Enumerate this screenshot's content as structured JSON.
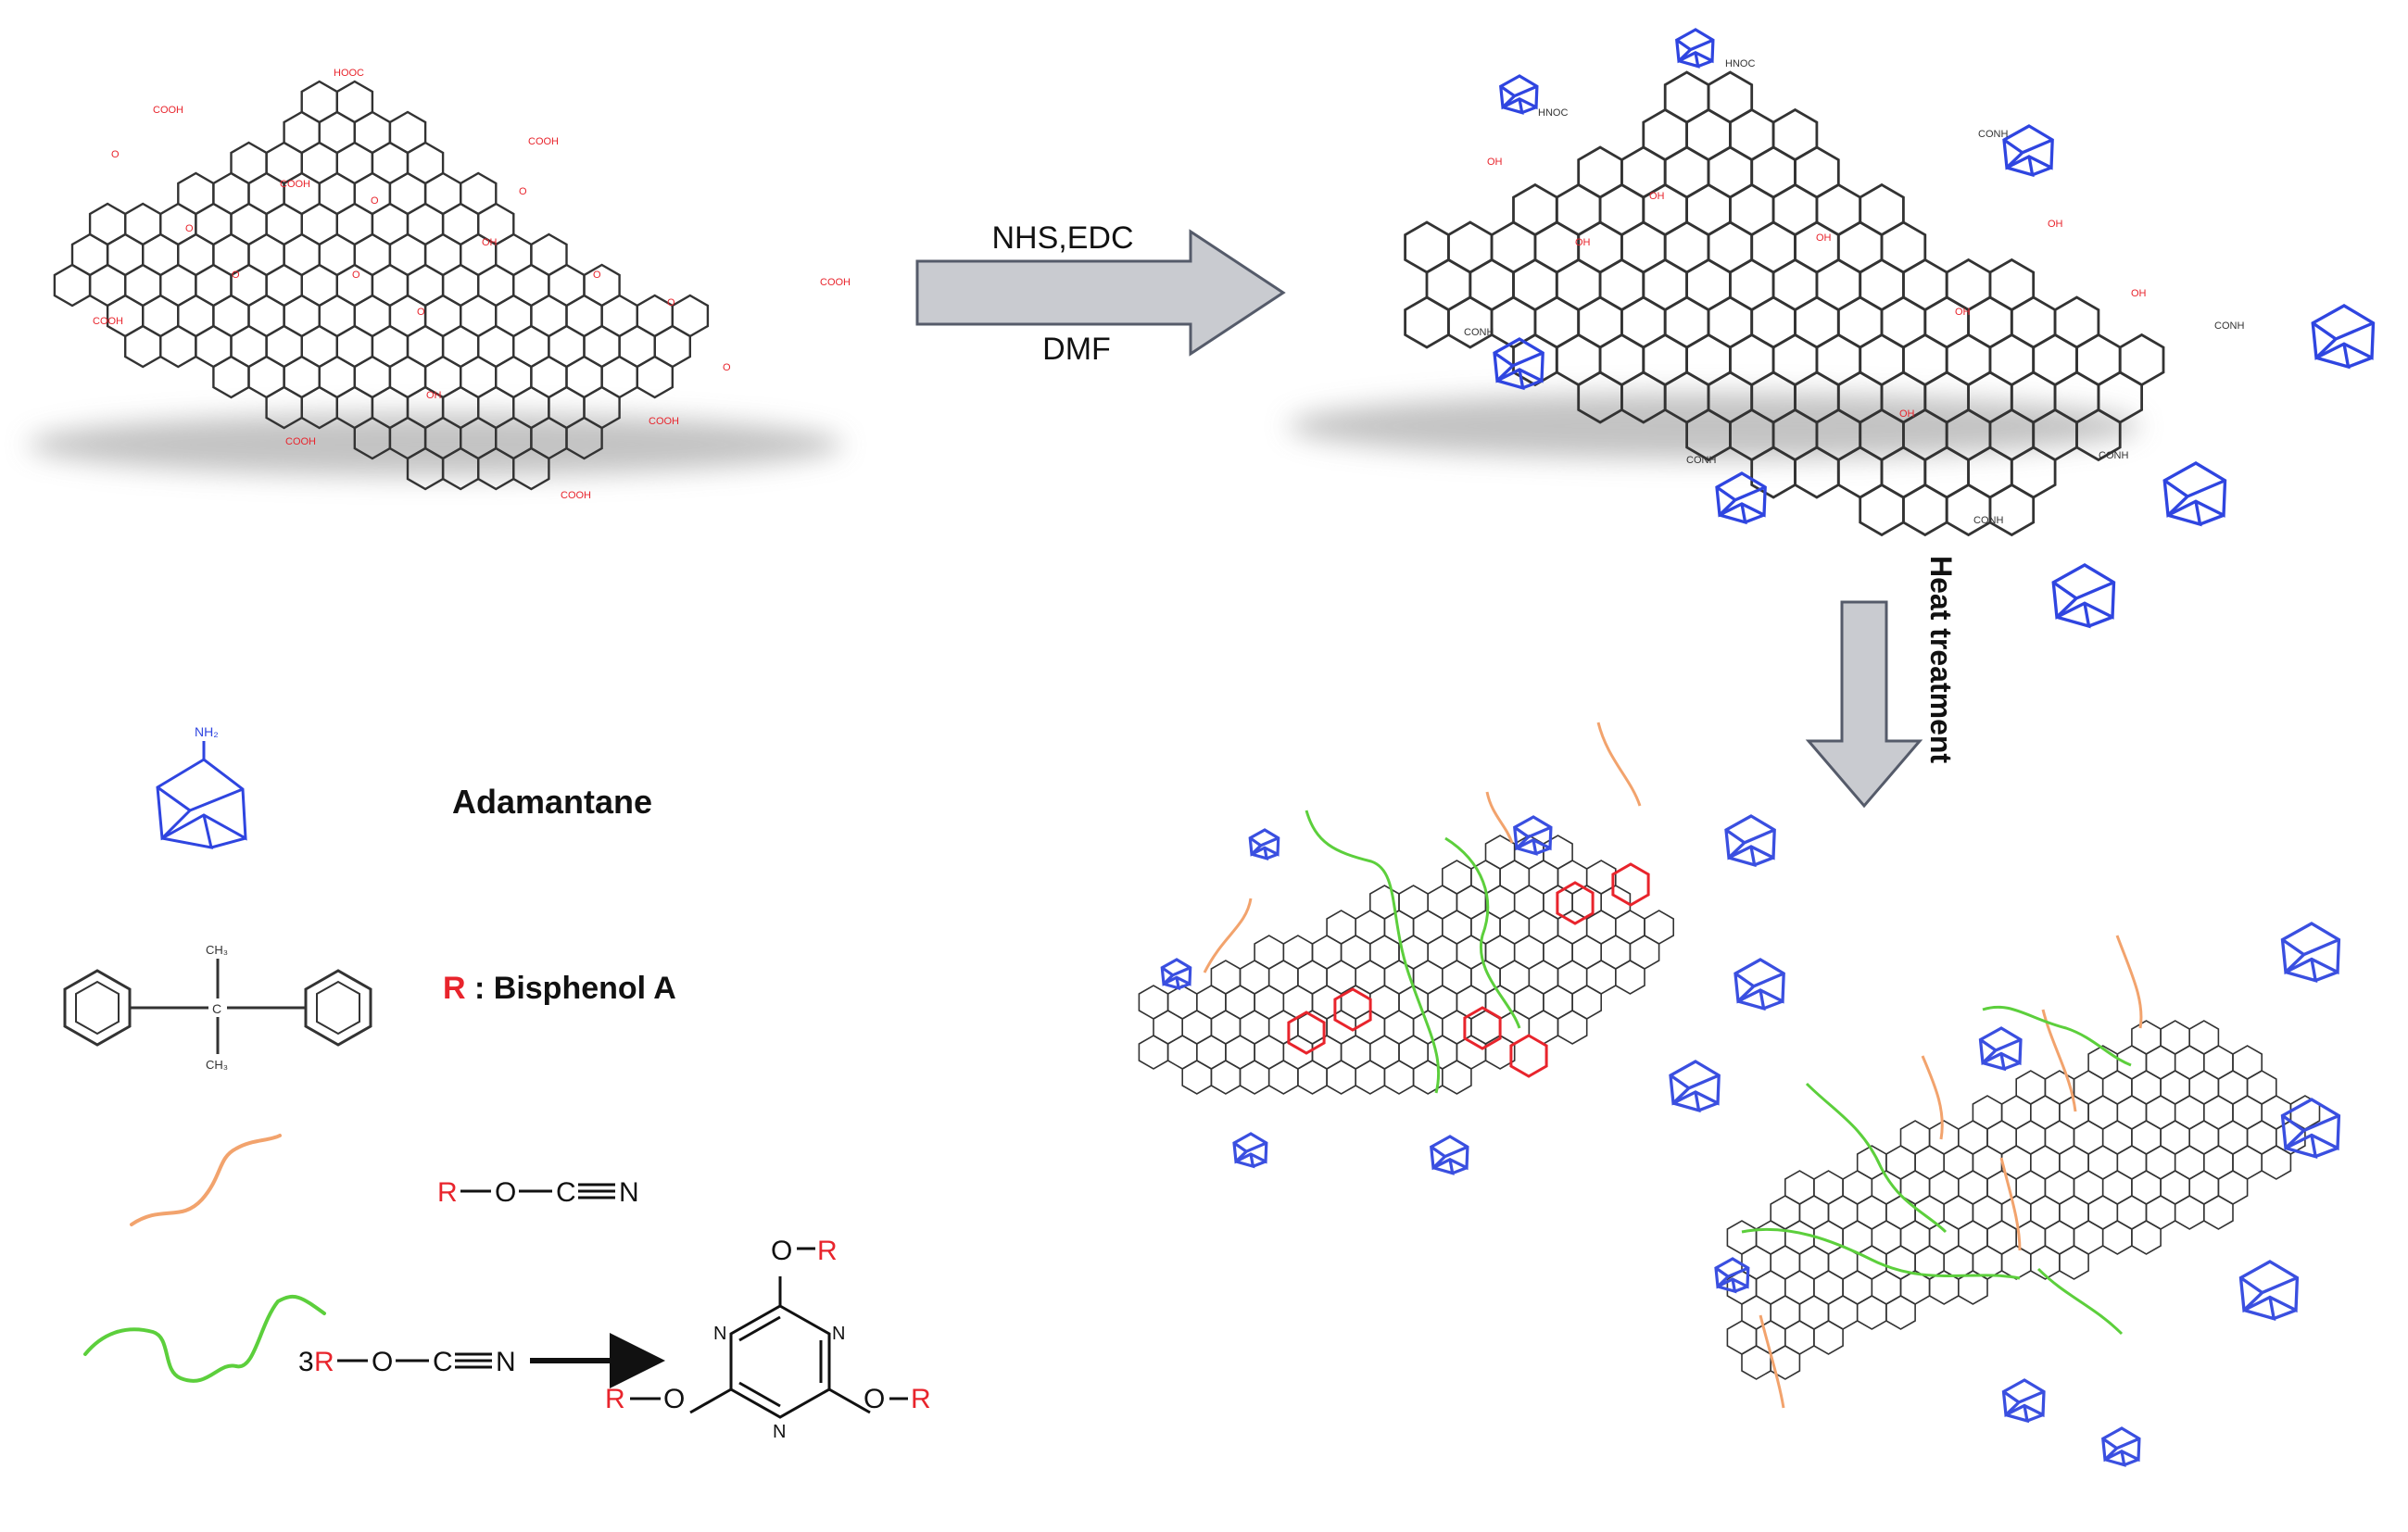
{
  "arrows": {
    "top_above": "NHS,EDC",
    "top_below": "DMF",
    "down_label": "Heat treatment"
  },
  "legend": {
    "adamantane_nh2": "NH₂",
    "adamantane_label": "Adamantane",
    "bpa_ch3_top": "CH₃",
    "bpa_ch3_bottom": "CH₃",
    "bpa_c": "C",
    "bisphenol_r": "R",
    "bisphenol_label": " : Bisphenol A",
    "cyanate": {
      "r": "R",
      "o": "O",
      "c": "C",
      "n": "N"
    },
    "trimer": {
      "coef": "3",
      "r": "R",
      "o": "O",
      "c": "C",
      "n": "N",
      "top_o": "O",
      "top_r": "R",
      "left_r": "R",
      "left_o": "O",
      "right_o": "O",
      "right_r": "R",
      "ring_n1": "N",
      "ring_n2": "N",
      "ring_n3": "N"
    }
  },
  "go_sheet": {
    "groups": [
      "COOH",
      "HOOC",
      "COOH",
      "COOH",
      "COOH",
      "COOH",
      "COOH",
      "COOH",
      "COOH",
      "OH",
      "OH",
      "O",
      "O"
    ]
  },
  "amide_sheet": {
    "groups": [
      "HNOC",
      "HNOC",
      "CONH",
      "CONH",
      "CONH",
      "CONH",
      "CONH",
      "CONH"
    ]
  },
  "colors": {
    "sheet": "#333333",
    "functional_group": "#e8242c",
    "adamantane": "#2f45e0",
    "cyanate_chain": "#f2a36d",
    "triazine_chain": "#5ccf3c",
    "arrow_fill": "#c9cbd0",
    "arrow_stroke": "#555b6a",
    "shadow": "#b9b9b9"
  }
}
